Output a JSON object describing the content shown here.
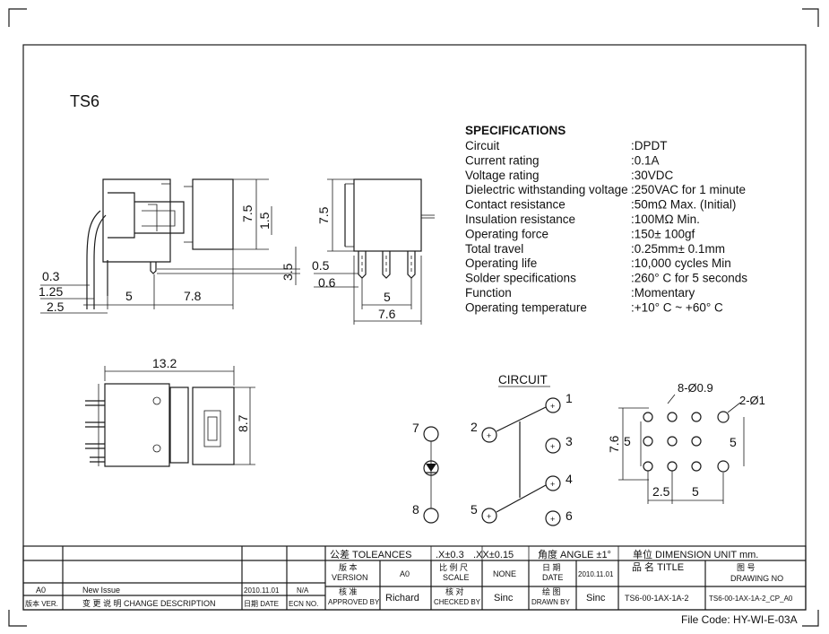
{
  "title": "TS6",
  "specs": {
    "heading": "SPECIFICATIONS",
    "rows": [
      {
        "label": "Circuit",
        "value": ":DPDT"
      },
      {
        "label": "Current rating",
        "value": ":0.1A"
      },
      {
        "label": "Voltage rating",
        "value": ":30VDC"
      },
      {
        "label": "Dielectric withstanding voltage",
        "value": ":250VAC for 1 minute"
      },
      {
        "label": "Contact resistance",
        "value": ":50mΩ  Max. (Initial)"
      },
      {
        "label": "Insulation resistance",
        "value": ":100MΩ  Min."
      },
      {
        "label": "Operating force",
        "value": ":150± 100gf"
      },
      {
        "label": "Total travel",
        "value": ":0.25mm± 0.1mm"
      },
      {
        "label": "Operating life",
        "value": ":10,000 cycles Min"
      },
      {
        "label": "Solder specifications",
        "value": ":260°  C for 5 seconds"
      },
      {
        "label": "Function",
        "value": ":Momentary"
      },
      {
        "label": "Operating temperature",
        "value": ":+10°  C ~ +60°  C"
      }
    ]
  },
  "dims": {
    "side": {
      "h75": "7.5",
      "h15": "1.5",
      "h35": "3.5",
      "d03": "0.3",
      "d125": "1.25",
      "d25": "2.5",
      "d5": "5",
      "d78": "7.8"
    },
    "front": {
      "h75": "7.5",
      "d05": "0.5",
      "d06": "0.6",
      "d5": "5",
      "d76": "7.6"
    },
    "top": {
      "w132": "13.2",
      "h87": "8.7"
    },
    "pcb": {
      "holes8": "8-Ø0.9",
      "holes2": "2-Ø1",
      "h76": "7.6",
      "v5a": "5",
      "v5b": "5",
      "d25": "2.5",
      "d5": "5"
    }
  },
  "circuit": {
    "title": "CIRCUIT",
    "pins": [
      "1",
      "2",
      "3",
      "4",
      "5",
      "6",
      "7",
      "8"
    ]
  },
  "titleblock": {
    "tolerances": "公差 TOLEANCES",
    "tol_x": ".X±0.3",
    "tol_xx": ".XX±0.15",
    "tol_angle": "角度 ANGLE ±1°",
    "unit": "单位  DIMENSION UNIT    mm.",
    "version_cn": "版 本",
    "version_en": "VERSION",
    "version_val": "A0",
    "scale_cn": "比 例 尺",
    "scale_en": "SCALE",
    "scale_val": "NONE",
    "date_cn": "日 期",
    "date_en": "DATE",
    "date_val": "2010.11.01",
    "name_title": "品 名   TITLE",
    "drawing_no_cn": "图  号",
    "drawing_no_en": "DRAWING NO",
    "approved_cn": "核 准",
    "approved_en": "APPROVED BY",
    "approved_val": "Richard",
    "checked_cn": "核 对",
    "checked_en": "CHECKED BY",
    "checked_val": "Sinc",
    "drawn_cn": "绘 图",
    "drawn_en": "DRAWN BY",
    "drawn_val": "Sinc",
    "title_val": "TS6-00-1AX-1A-2",
    "drawing_val": "TS6-00-1AX-1A-2_CP_A0",
    "rev_ver": "A0",
    "rev_desc": "New Issue",
    "rev_date": "2010.11.01",
    "rev_ecn": "N/A",
    "hdr_ver": "版本 VER.",
    "hdr_desc": "变 更 说 明   CHANGE DESCRIPTION",
    "hdr_date": "日期 DATE",
    "hdr_ecn": "ECN NO.",
    "file_code": "File Code: HY-WI-E-03A"
  }
}
